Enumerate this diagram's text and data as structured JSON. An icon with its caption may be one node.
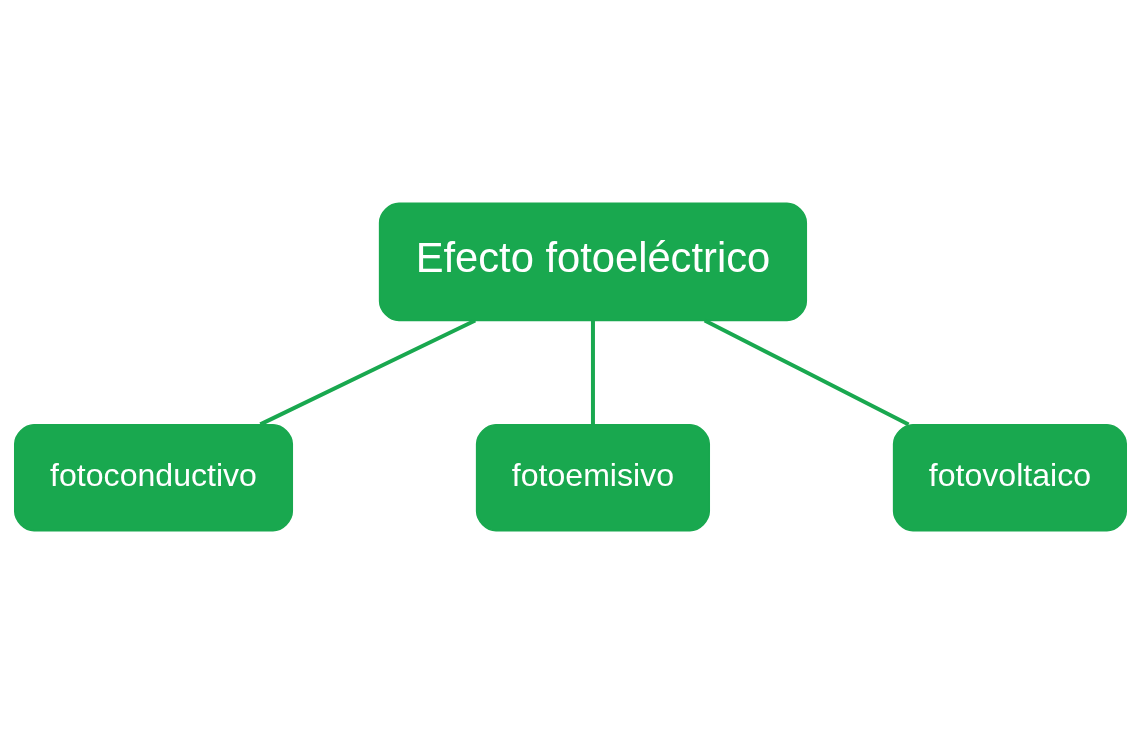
{
  "diagram": {
    "nodes": [
      {
        "text": [
          "fotoconductivo"
        ]
      },
      {
        "text": [
          "Efecto fotoeléctrico"
        ]
      },
      {
        "text": [
          "fotoemisivo"
        ]
      },
      {
        "text": [
          "fotovoltaico"
        ]
      }
    ],
    "edges": [
      {
        "from": 1,
        "to": 0,
        "arrow": "none"
      },
      {
        "from": 1,
        "to": 2,
        "arrow": "none"
      },
      {
        "from": 1,
        "to": 3,
        "arrow": "none"
      }
    ]
  }
}
